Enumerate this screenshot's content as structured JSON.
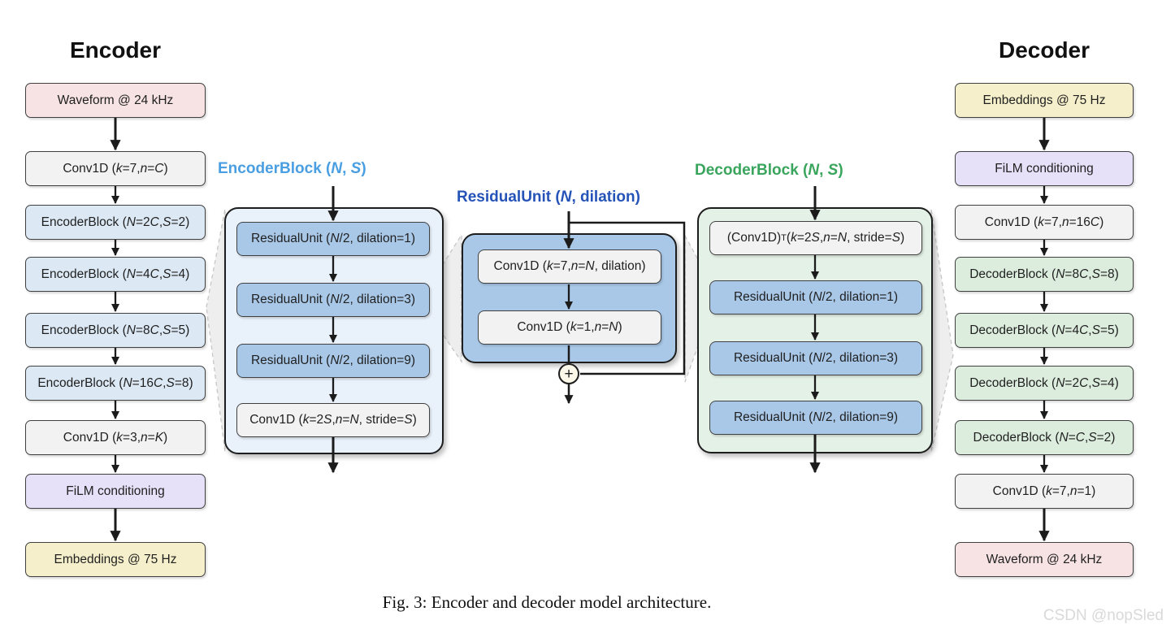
{
  "figure": {
    "caption": "Fig. 3: Encoder and decoder model architecture.",
    "watermark": "CSDN @nopSled"
  },
  "encoder_column": {
    "title": "Encoder",
    "items": [
      {
        "label": "Waveform @ 24 kHz",
        "type": "waveform"
      },
      {
        "label": "Conv1D (*k*=7, *n*=*C*)",
        "type": "conv"
      },
      {
        "label": "EncoderBlock (*N*=2*C*, *S*=2)",
        "type": "encoder-block"
      },
      {
        "label": "EncoderBlock (*N*=4*C*, *S*=4)",
        "type": "encoder-block"
      },
      {
        "label": "EncoderBlock (*N*=8*C*, *S*=5)",
        "type": "encoder-block"
      },
      {
        "label": "EncoderBlock (*N*=16*C*, *S*=8)",
        "type": "encoder-block"
      },
      {
        "label": "Conv1D (*k*=3, *n*=*K*)",
        "type": "conv"
      },
      {
        "label": "FiLM conditioning",
        "type": "film"
      },
      {
        "label": "Embeddings @ 75 Hz",
        "type": "embeddings"
      }
    ]
  },
  "decoder_column": {
    "title": "Decoder",
    "items": [
      {
        "label": "Embeddings @ 75 Hz",
        "type": "embeddings"
      },
      {
        "label": "FiLM conditioning",
        "type": "film"
      },
      {
        "label": "Conv1D (*k*=7, *n*=16*C*)",
        "type": "conv"
      },
      {
        "label": "DecoderBlock (*N*=8*C*, *S*=8)",
        "type": "decoder-block"
      },
      {
        "label": "DecoderBlock (*N*=4*C*, *S*=5)",
        "type": "decoder-block"
      },
      {
        "label": "DecoderBlock (*N*=2*C*, *S*=4)",
        "type": "decoder-block"
      },
      {
        "label": "DecoderBlock (*N*=*C*, *S*=2)",
        "type": "decoder-block"
      },
      {
        "label": "Conv1D (*k*=7, *n*=1)",
        "type": "conv"
      },
      {
        "label": "Waveform @ 24 kHz",
        "type": "waveform"
      }
    ]
  },
  "encoder_block_detail": {
    "title": "EncoderBlock (*N*, *S*)",
    "items": [
      {
        "label": "ResidualUnit (*N*/2, dilation=1)",
        "type": "residual-unit"
      },
      {
        "label": "ResidualUnit (*N*/2, dilation=3)",
        "type": "residual-unit"
      },
      {
        "label": "ResidualUnit (*N*/2, dilation=9)",
        "type": "residual-unit"
      },
      {
        "label": "Conv1D (*k*=2*S*, *n*=*N*, stride=*S*)",
        "type": "conv"
      }
    ]
  },
  "residual_unit_detail": {
    "title": "ResidualUnit (*N*, dilation)",
    "items": [
      {
        "label": "Conv1D (*k*=7, *n*=*N*, dilation)",
        "type": "conv"
      },
      {
        "label": "Conv1D (*k*=1, *n*=*N*)",
        "type": "conv"
      }
    ],
    "sum_symbol": "+"
  },
  "decoder_block_detail": {
    "title": "DecoderBlock (*N*, *S*)",
    "items": [
      {
        "label": "(Conv1D)^T^ (*k*=2*S*, *n*=*N*, stride=*S*)",
        "type": "conv"
      },
      {
        "label": "ResidualUnit (*N*/2, dilation=1)",
        "type": "residual-unit"
      },
      {
        "label": "ResidualUnit (*N*/2, dilation=3)",
        "type": "residual-unit"
      },
      {
        "label": "ResidualUnit (*N*/2, dilation=9)",
        "type": "residual-unit"
      }
    ]
  },
  "colors": {
    "waveform_fill": "#f7e3e3",
    "conv_fill": "#f2f2f2",
    "encoder_block_fill": "#dce9f5",
    "decoder_block_fill": "#dcedde",
    "residual_unit_fill": "#a9c8e8",
    "film_fill": "#e6e1f8",
    "embeddings_fill": "#f5f0cb",
    "encoder_container_fill": "#e9f1fa",
    "residual_container_fill": "#a9c8e8",
    "decoder_container_fill": "#e4f1e6",
    "encoder_title_color": "#4a9ee2",
    "residual_title_color": "#2553b8",
    "decoder_title_color": "#3aa55c"
  }
}
